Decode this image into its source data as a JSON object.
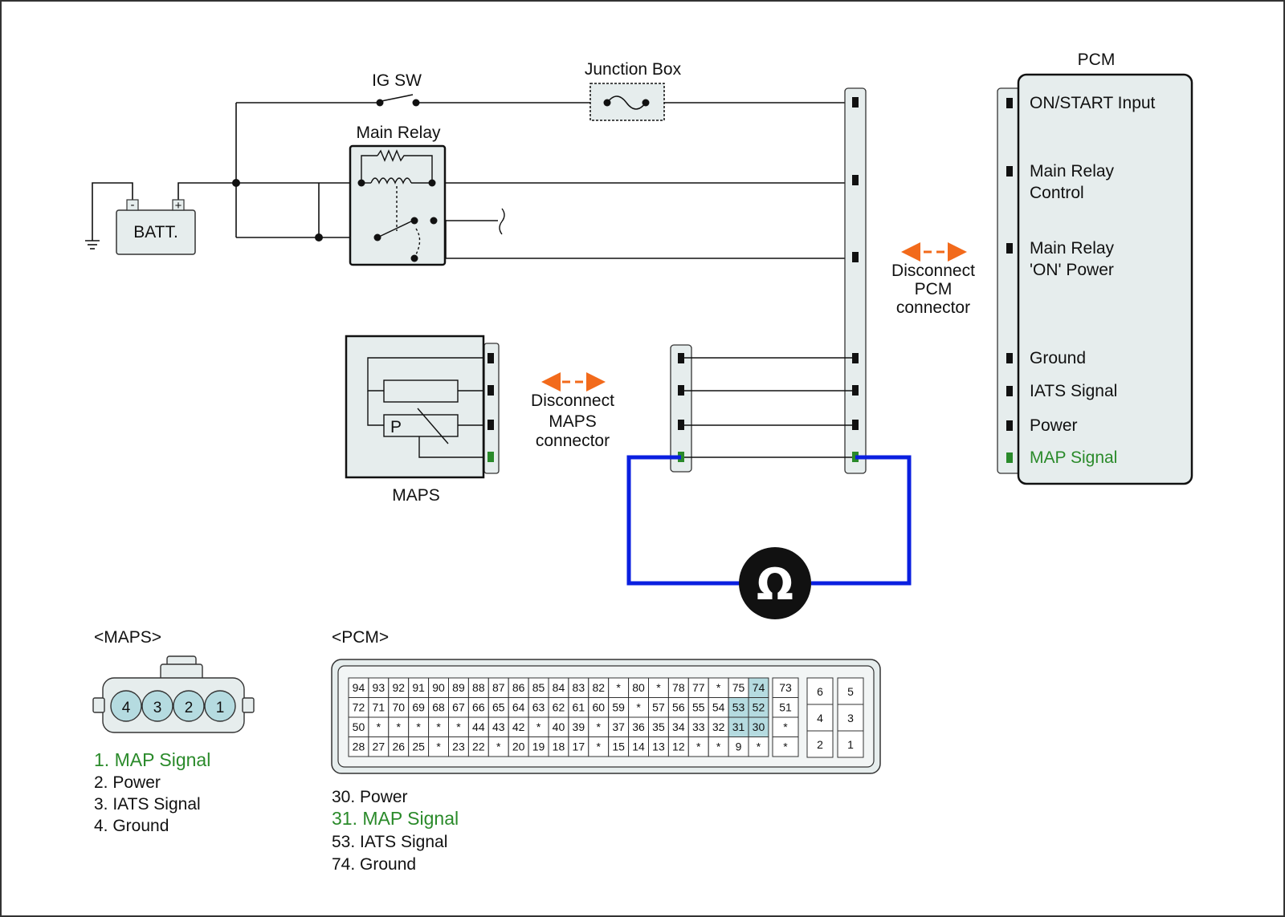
{
  "colors": {
    "wire": "#111111",
    "meter_lead": "#0a1fe0",
    "arrow": "#f26a1b",
    "connector_fill": "#e6eded",
    "highlight_cell": "#b5dbe0",
    "signal_green": "#2a8a2a"
  },
  "labels": {
    "ig_sw": "IG SW",
    "junction_box": "Junction Box",
    "main_relay": "Main Relay",
    "batt": "BATT.",
    "batt_minus": "-",
    "batt_plus": "+",
    "maps": "MAPS",
    "maps_sensor_p": "P",
    "pcm": "PCM",
    "ohmmeter_symbol": "Ω"
  },
  "pcm_inputs": [
    {
      "lines": [
        "ON/START Input"
      ],
      "signal": false
    },
    {
      "lines": [
        "Main Relay",
        "Control"
      ],
      "signal": false
    },
    {
      "lines": [
        "Main Relay",
        "'ON' Power"
      ],
      "signal": false
    },
    {
      "lines": [
        "Ground"
      ],
      "signal": false
    },
    {
      "lines": [
        "IATS Signal"
      ],
      "signal": false
    },
    {
      "lines": [
        "Power"
      ],
      "signal": false
    },
    {
      "lines": [
        "MAP Signal"
      ],
      "signal": true
    }
  ],
  "disconnect_maps": [
    "Disconnect",
    "MAPS",
    "connector"
  ],
  "disconnect_pcm": [
    "Disconnect",
    "PCM",
    "connector"
  ],
  "maps_connector": {
    "title": "<MAPS>",
    "pins": [
      "4",
      "3",
      "2",
      "1"
    ],
    "legend": [
      {
        "text": "1. MAP Signal",
        "signal": true
      },
      {
        "text": "2. Power",
        "signal": false
      },
      {
        "text": "3. IATS Signal",
        "signal": false
      },
      {
        "text": "4. Ground",
        "signal": false
      }
    ]
  },
  "pcm_connector": {
    "title": "<PCM>",
    "main_rows": [
      [
        "94",
        "93",
        "92",
        "91",
        "90",
        "89",
        "88",
        "87",
        "86",
        "85",
        "84",
        "83",
        "82",
        "*",
        "80",
        "*",
        "78",
        "77",
        "*",
        "75",
        "74"
      ],
      [
        "72",
        "71",
        "70",
        "69",
        "68",
        "67",
        "66",
        "65",
        "64",
        "63",
        "62",
        "61",
        "60",
        "59",
        "*",
        "57",
        "56",
        "55",
        "54",
        "53",
        "52"
      ],
      [
        "50",
        "*",
        "*",
        "*",
        "*",
        "*",
        "44",
        "43",
        "42",
        "*",
        "40",
        "39",
        "*",
        "37",
        "36",
        "35",
        "34",
        "33",
        "32",
        "31",
        "30"
      ],
      [
        "28",
        "27",
        "26",
        "25",
        "*",
        "23",
        "22",
        "*",
        "20",
        "19",
        "18",
        "17",
        "*",
        "15",
        "14",
        "13",
        "12",
        "*",
        "*",
        "9",
        "*"
      ]
    ],
    "side_column": [
      "73",
      "51",
      "*",
      "*"
    ],
    "right_block": [
      [
        "6",
        "5"
      ],
      [
        "4",
        "3"
      ],
      [
        "2",
        "1"
      ]
    ],
    "highlighted_pins": [
      "74",
      "53",
      "52",
      "31",
      "30"
    ],
    "legend": [
      {
        "text": "30. Power",
        "signal": false
      },
      {
        "text": "31. MAP Signal",
        "signal": true
      },
      {
        "text": "53. IATS Signal",
        "signal": false
      },
      {
        "text": "74. Ground",
        "signal": false
      }
    ]
  }
}
